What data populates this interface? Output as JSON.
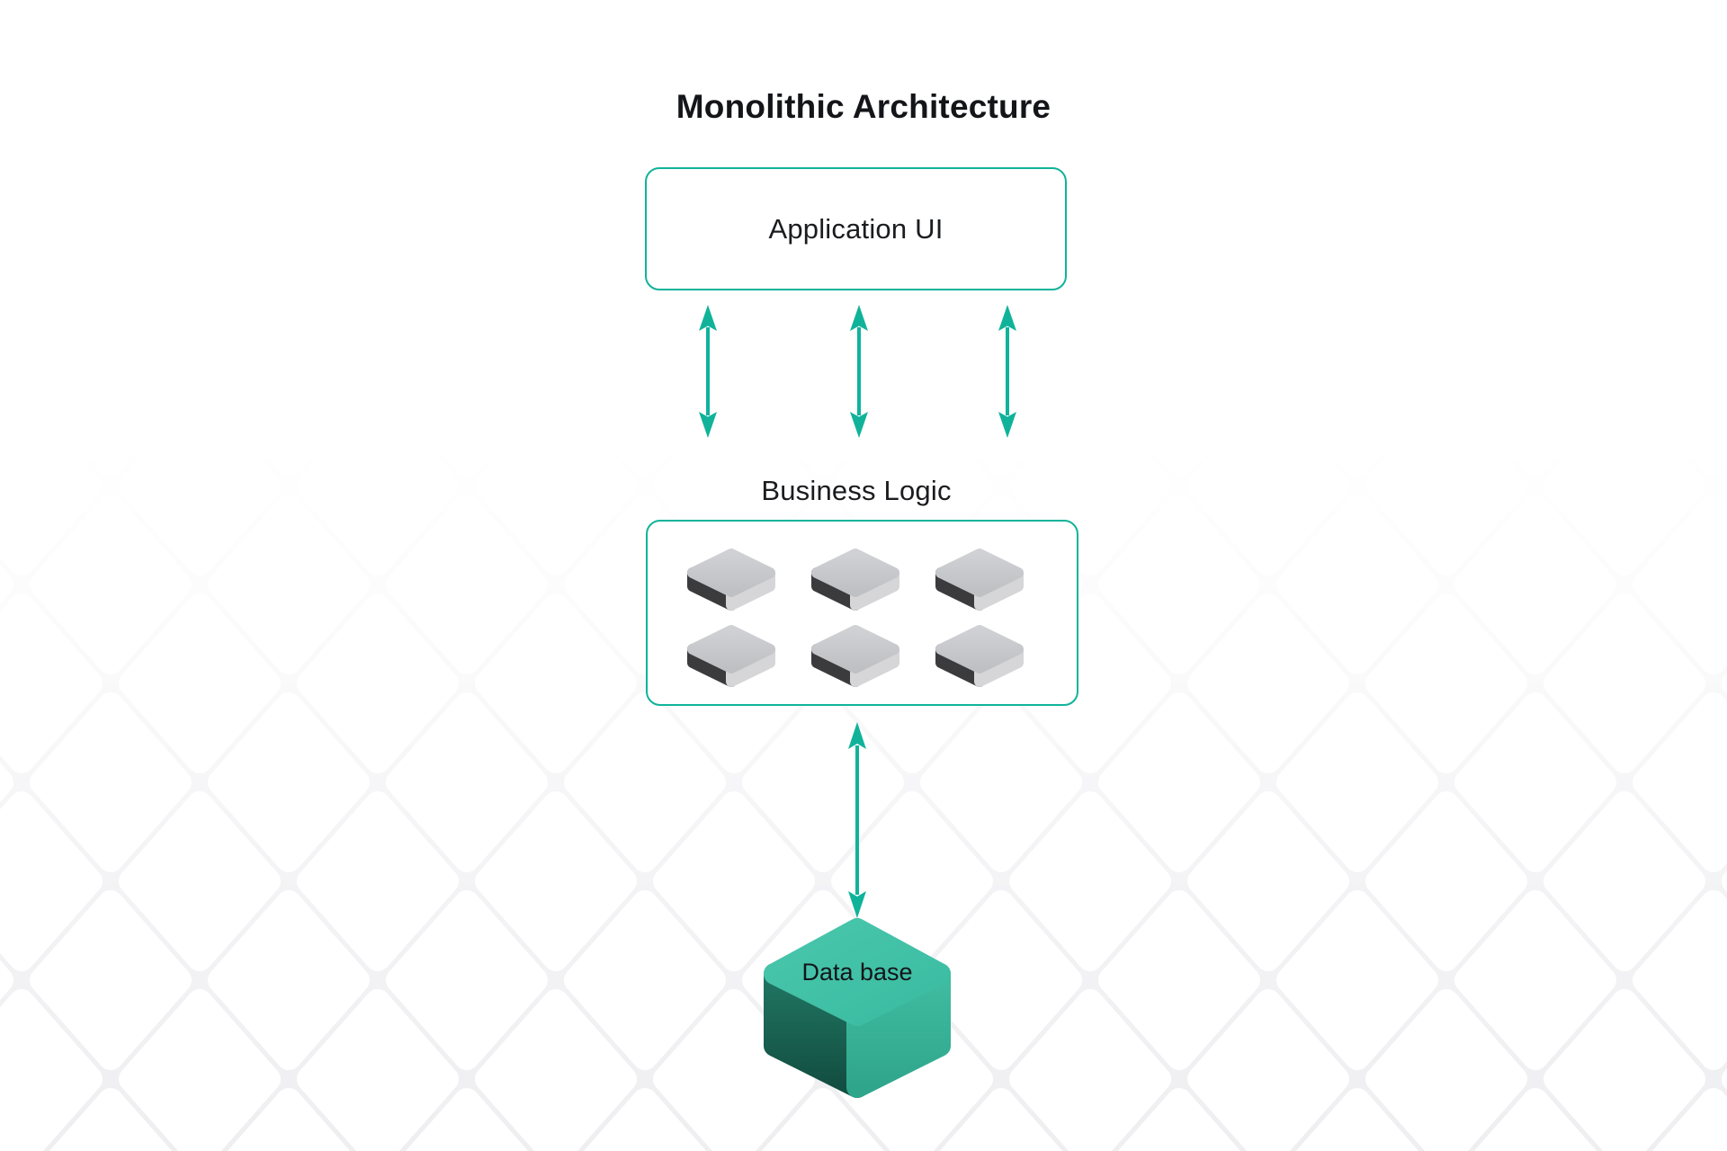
{
  "diagram": {
    "title": "Monolithic Architecture",
    "nodes": {
      "application_ui": {
        "label": "Application UI"
      },
      "business_logic": {
        "label": "Business Logic",
        "service_tile_count": 6
      },
      "database": {
        "label": "Data base"
      }
    },
    "connectors": {
      "app_to_logic_arrows": 3,
      "logic_to_db_arrows": 1,
      "style": "double-headed vertical"
    },
    "colors": {
      "accent": "#10b39a",
      "text": "#1b1c1f",
      "tile_top": "#c9cacd",
      "tile_left": "#3b3b3e",
      "tile_right": "#d6d6d8",
      "cube_top": "#41c1a7",
      "cube_left": "#1b6b58",
      "cube_right": "#39b299",
      "pattern_gap": "#ededf0"
    }
  }
}
